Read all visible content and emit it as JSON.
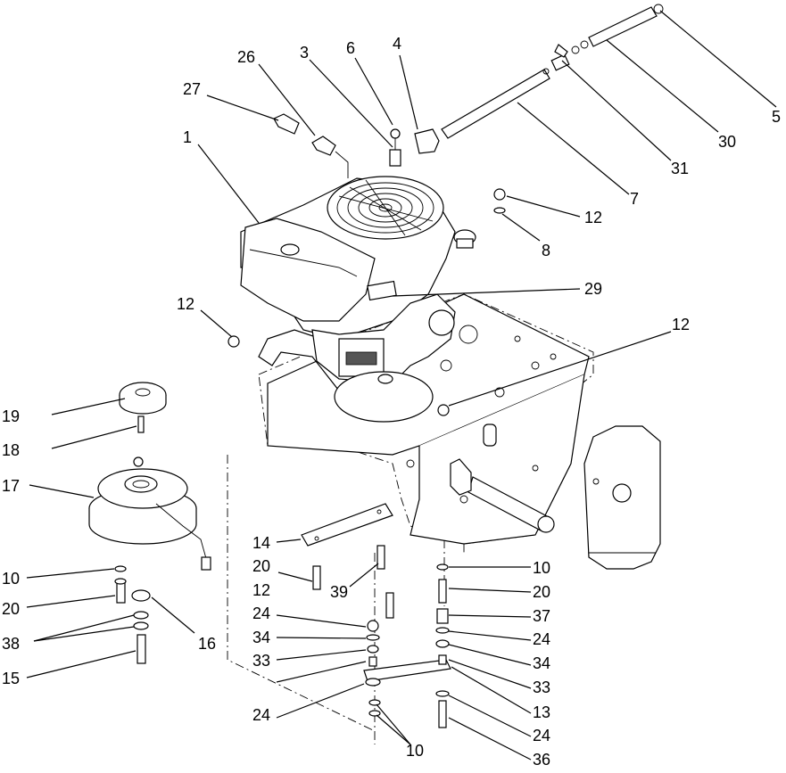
{
  "callouts": [
    {
      "id": "c1",
      "label": "1"
    },
    {
      "id": "c26",
      "label": "26"
    },
    {
      "id": "c27",
      "label": "27"
    },
    {
      "id": "c3",
      "label": "3"
    },
    {
      "id": "c6",
      "label": "6"
    },
    {
      "id": "c4",
      "label": "4"
    },
    {
      "id": "c5",
      "label": "5"
    },
    {
      "id": "c30",
      "label": "30"
    },
    {
      "id": "c31",
      "label": "31"
    },
    {
      "id": "c7",
      "label": "7"
    },
    {
      "id": "c12a",
      "label": "12"
    },
    {
      "id": "c8",
      "label": "8"
    },
    {
      "id": "c29",
      "label": "29"
    },
    {
      "id": "c12b",
      "label": "12"
    },
    {
      "id": "c12c",
      "label": "12"
    },
    {
      "id": "c19",
      "label": "19"
    },
    {
      "id": "c18",
      "label": "18"
    },
    {
      "id": "c17",
      "label": "17"
    },
    {
      "id": "c10a",
      "label": "10"
    },
    {
      "id": "c20a",
      "label": "20"
    },
    {
      "id": "c38",
      "label": "38"
    },
    {
      "id": "c15",
      "label": "15"
    },
    {
      "id": "c16",
      "label": "16"
    },
    {
      "id": "c14",
      "label": "14"
    },
    {
      "id": "c20b",
      "label": "20"
    },
    {
      "id": "c39",
      "label": "39"
    },
    {
      "id": "c12d",
      "label": "12"
    },
    {
      "id": "c24a",
      "label": "24"
    },
    {
      "id": "c34a",
      "label": "34"
    },
    {
      "id": "c33a",
      "label": "33"
    },
    {
      "id": "c24b",
      "label": "24"
    },
    {
      "id": "c10b",
      "label": "10"
    },
    {
      "id": "c10c",
      "label": "10"
    },
    {
      "id": "c20c",
      "label": "20"
    },
    {
      "id": "c37",
      "label": "37"
    },
    {
      "id": "c24c",
      "label": "24"
    },
    {
      "id": "c34b",
      "label": "34"
    },
    {
      "id": "c33b",
      "label": "33"
    },
    {
      "id": "c13",
      "label": "13"
    },
    {
      "id": "c24d",
      "label": "24"
    },
    {
      "id": "c36",
      "label": "36"
    }
  ]
}
